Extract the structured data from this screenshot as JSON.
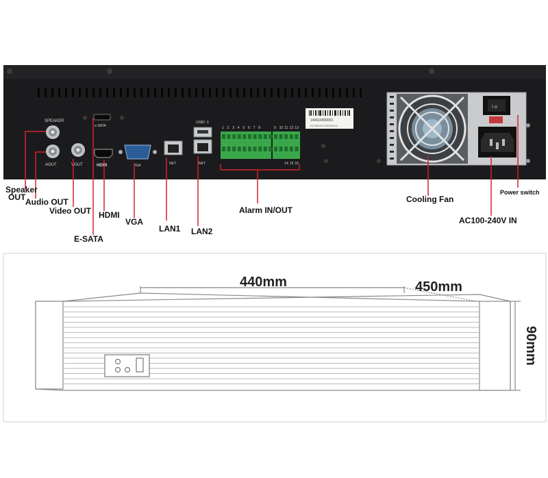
{
  "rear_panel": {
    "ports": {
      "speaker": "SPEAKER",
      "aout": "AOUT",
      "vout": "VOUT",
      "esata": "e-SATA",
      "hdmi": "HDMI",
      "vga": "VGA",
      "usb": "USB2. 0",
      "net1": "NET",
      "net2": "NET"
    },
    "alarm_top_numbers": [
      "1",
      "2",
      "3",
      "4",
      "5",
      "6",
      "7",
      "8",
      "",
      "",
      "9",
      "10",
      "11",
      "12",
      "13"
    ],
    "alarm_bottom_numbers": [
      "",
      "",
      "",
      "",
      "",
      "",
      "",
      "",
      "",
      "",
      "",
      "",
      "14",
      "15",
      "16"
    ],
    "serial_label": [
      "140610000001",
      "EA7BB1EA7BB4DB10"
    ]
  },
  "callouts": {
    "speaker_out": [
      "Speaker",
      "OUT"
    ],
    "audio_out": "Audio OUT",
    "video_out": "Video OUT",
    "hdmi": "HDMI",
    "esata": "E-SATA",
    "vga": "VGA",
    "lan1": "LAN1",
    "lan2": "LAN2",
    "alarm": "Alarm IN/OUT",
    "cooling_fan": "Cooling Fan",
    "power_switch": "Power switch",
    "ac_in": "AC100-240V IN"
  },
  "dimensions": {
    "width": "440mm",
    "depth": "450mm",
    "height": "90mm"
  },
  "colors": {
    "chassis": "#1b1b1d",
    "chassis_edge": "#0c0c0d",
    "terminal_green": "#3aa84a",
    "callout_line": "#d4212a",
    "fan_guard": "#d6d6d6",
    "drawing_line": "#888888"
  }
}
